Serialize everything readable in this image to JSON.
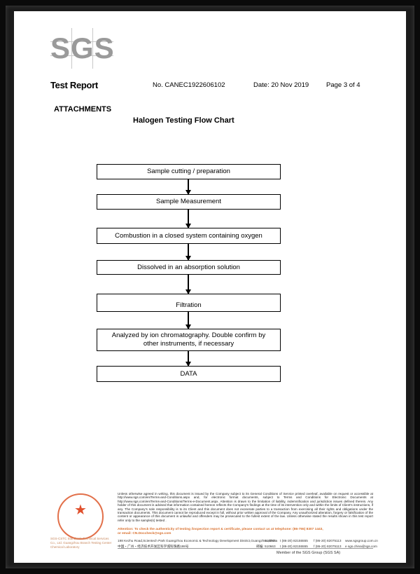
{
  "logo": {
    "text": "SGS"
  },
  "header": {
    "title": "Test Report",
    "number": "No. CANEC1922606102",
    "date": "Date: 20 Nov 2019",
    "page": "Page 3 of 4"
  },
  "attachments_label": "ATTACHMENTS",
  "flow_title": "Halogen Testing Flow Chart",
  "steps": [
    "Sample cutting / preparation",
    "Sample Measurement",
    "Combustion in a closed system containing oxygen",
    "Dissolved in an absorption solution",
    "Filtration",
    "Analyzed by ion chromatography. Double confirm by other instruments, if necessary",
    "DATA"
  ],
  "footer": {
    "legal_text": "Unless otherwise agreed in writing, this document is issued by the Company subject to its General Conditions of Service printed overleaf, available on request or accessible at http://www.sgs.com/en/Terms-and-Conditions.aspx and, for electronic format documents, subject to Terms and Conditions for Electronic Documents at http://www.sgs.com/en/Terms-and-Conditions/Terms-e-Document.aspx. Attention is drawn to the limitation of liability, indemnification and jurisdiction issues defined therein. Any holder of this document is advised that information contained hereon reflects the Company's findings at the time of its intervention only and within the limits of Client's instructions, if any. The Company's sole responsibility is to its Client and this document does not exonerate parties to a transaction from exercising all their rights and obligations under the transaction documents. This document cannot be reproduced except in full, without prior written approval of the Company. Any unauthorized alteration, forgery or falsification of the content or appearance of this document is unlawful and offenders may be prosecuted to the fullest extent of the law. Unless otherwise stated the results shown in this test report refer only to the sample(s) tested .",
    "attention_line1": "Attention: To check the authenticity of testing /inspection report & certificate, please contact us at telephone: (86-755) 8307 1443,",
    "attention_line2": "or email: CN.Doccheck@sgs.com",
    "address_en": "198 Kezhu Road,Scientech Park Guangzhou Economic & Technology Development District,Guangzhou,China",
    "address_cn": "中国・广州・经济技术开发区科学城科珠路198号",
    "postcode_en": "510663",
    "postcode_cn": "邮编: 510663",
    "tel": "t (86-20) 82155555",
    "fax": "f (86-20) 82075113",
    "web": "www.sgsgroup.com.cn",
    "email": "e sgs.china@sgs.com",
    "stamp_text": "SGS-CSTC Standards Technical Services Co., Ltd. Guangzhou Branch Testing Center Chemical Laboratory",
    "member": "Member of the SGS Group (SGS SA)"
  }
}
